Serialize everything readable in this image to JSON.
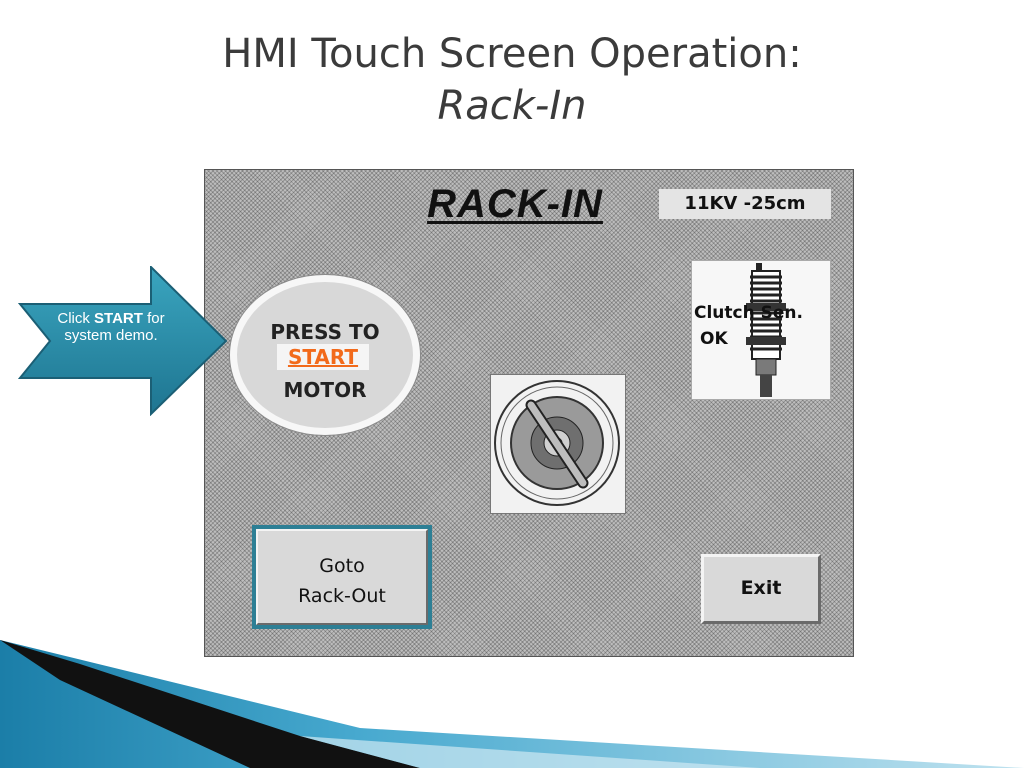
{
  "slide": {
    "title": "HMI Touch Screen Operation:",
    "subtitle": "Rack-In"
  },
  "callout": {
    "text_before": "Click ",
    "text_emphasis": "START",
    "text_after": " for system demo.",
    "color": "#2e8da6"
  },
  "hmi": {
    "screen_title": "RACK-IN",
    "spec_label": "11KV -25cm",
    "start_button": {
      "line1": "PRESS TO",
      "line2": "START",
      "line3": "MOTOR",
      "accent": "#f26a1b"
    },
    "motor_indicator_icon": "rotary-motor-icon",
    "clutch_sensor": {
      "label_line1": "Clutch Sen.",
      "label_line2": "OK",
      "icon": "proximity-sensor-icon"
    },
    "goto_button": {
      "line1": "Goto",
      "line2": "Rack-Out"
    },
    "exit_button": {
      "label": "Exit"
    }
  }
}
